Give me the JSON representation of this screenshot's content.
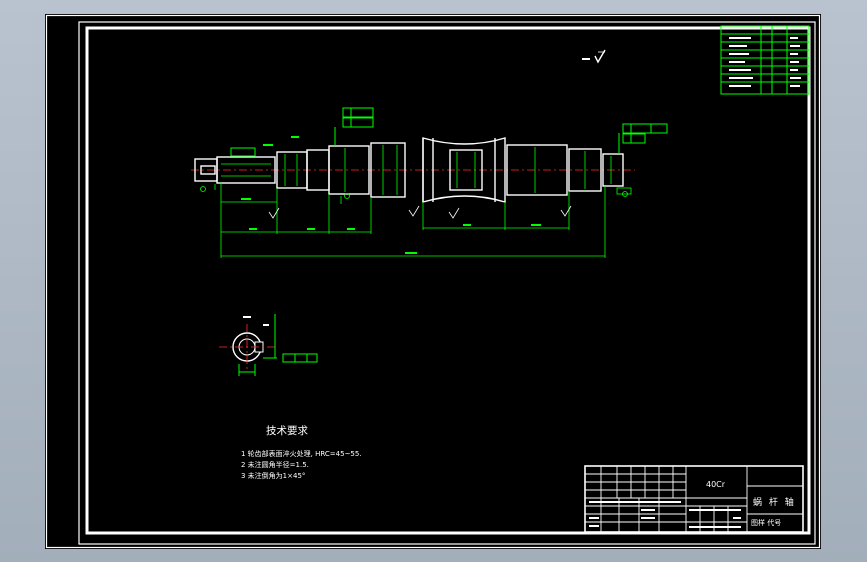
{
  "drawing": {
    "material": "40Cr",
    "part_name": "蜗 杆 轴",
    "drawing_no_label": "图样 代号",
    "tech_requirements": {
      "title": "技术要求",
      "items": [
        "1  轮齿部表面淬火处理, HRC=45~55.",
        "2  未注圆角半径=1.5.",
        "3  未注倒角为1×45°"
      ]
    }
  }
}
